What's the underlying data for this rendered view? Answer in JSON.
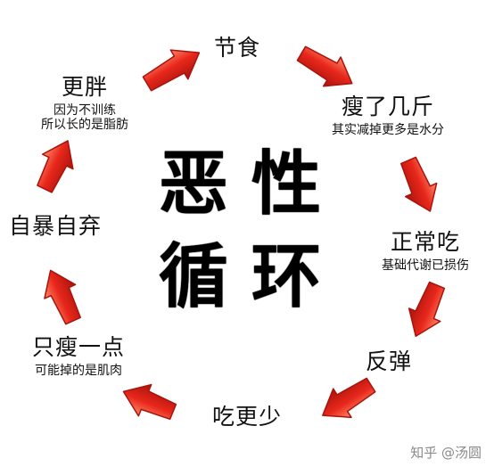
{
  "center": {
    "line1": "恶性",
    "line2": "循环"
  },
  "nodes": [
    {
      "id": "diet",
      "title": "节食",
      "sub": ""
    },
    {
      "id": "lose",
      "title": "瘦了几斤",
      "sub": "其实减掉更多是水分"
    },
    {
      "id": "normal",
      "title": "正常吃",
      "sub": "基础代谢已损伤"
    },
    {
      "id": "rebound",
      "title": "反弹",
      "sub": ""
    },
    {
      "id": "eatless",
      "title": "吃更少",
      "sub": ""
    },
    {
      "id": "dot",
      "title": "只瘦一点",
      "sub": "可能掉的是肌肉"
    },
    {
      "id": "giveup",
      "title": "自暴自弃",
      "sub": ""
    },
    {
      "id": "fatter",
      "title": "更胖",
      "sub": "因为不训练\n所以长的是脂肪"
    }
  ],
  "watermark": "知乎 @汤圆",
  "colors": {
    "arrow": "#e8271b",
    "arrow_dark": "#a8130c",
    "arrow_highlight": "#ff8a6a",
    "text": "#111111"
  }
}
